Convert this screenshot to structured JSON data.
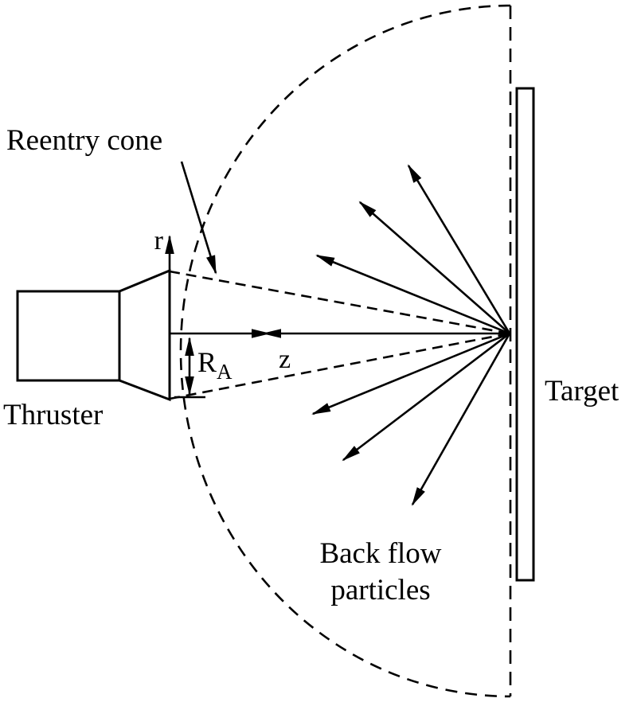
{
  "diagram": {
    "labels": {
      "reentry_cone": "Reentry cone",
      "thruster": "Thruster",
      "target": "Target",
      "back_flow_line1": "Back flow",
      "back_flow_line2": "particles",
      "r_axis": "r",
      "z_axis": "z",
      "exit_radius_symbol": "R",
      "exit_radius_sub": "A"
    },
    "colors": {
      "line": "#000000",
      "background": "#ffffff"
    }
  }
}
